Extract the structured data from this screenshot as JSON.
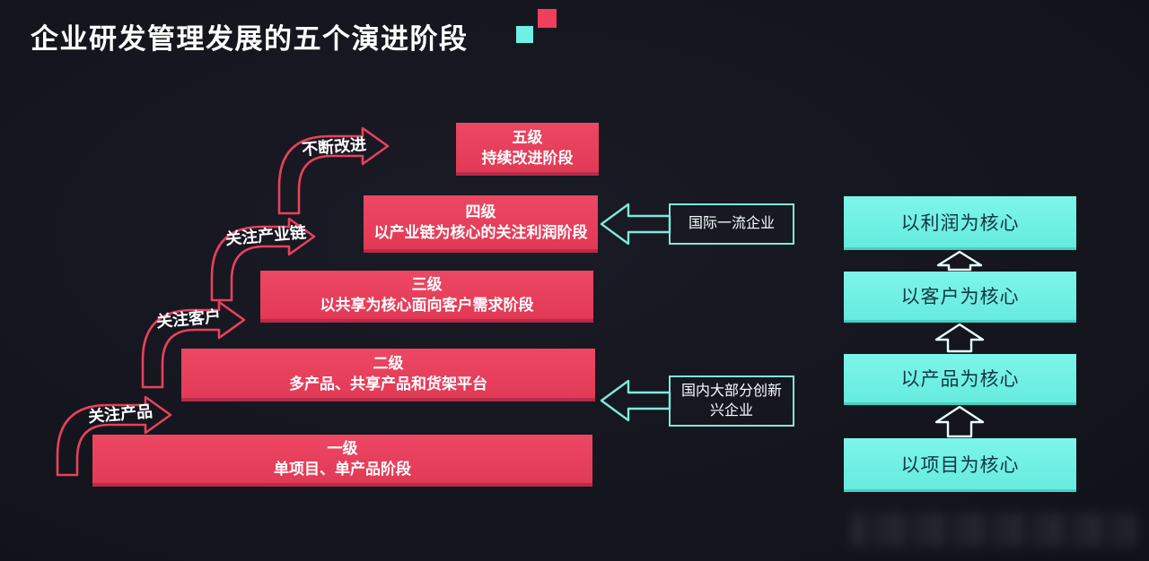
{
  "header": {
    "title": "企业研发管理发展的五个演进阶段"
  },
  "stages": [
    {
      "level": "一级",
      "desc": "单项目、单产品阶段"
    },
    {
      "level": "二级",
      "desc": "多产品、共享产品和货架平台"
    },
    {
      "level": "三级",
      "desc": "以共享为核心面向客户需求阶段"
    },
    {
      "level": "四级",
      "desc": "以产业链为核心的关注利润阶段"
    },
    {
      "level": "五级",
      "desc": "持续改进阶段"
    }
  ],
  "flow_arrows": [
    {
      "label": "关注产品"
    },
    {
      "label": "关注客户"
    },
    {
      "label": "关注产业链"
    },
    {
      "label": "不断改进"
    }
  ],
  "callouts": [
    {
      "text": "国际一流企业"
    },
    {
      "text": "国内大部分创新兴企业"
    }
  ],
  "core_boxes": [
    {
      "text": "以利润为核心"
    },
    {
      "text": "以客户为核心"
    },
    {
      "text": "以产品为核心"
    },
    {
      "text": "以项目为核心"
    }
  ],
  "colors": {
    "background": "#14151d",
    "stage_red": "#e8415c",
    "stage_red_dark": "#b62c49",
    "core_cyan": "#74f2e7",
    "core_text": "#143642",
    "callout_cyan_stroke": "#7fe9da",
    "up_arrow_stroke": "#eafffb",
    "title_white": "#ffffff",
    "decor_cyan_square": "#6ff0e4",
    "decor_red_square": "#ef3e5e"
  }
}
